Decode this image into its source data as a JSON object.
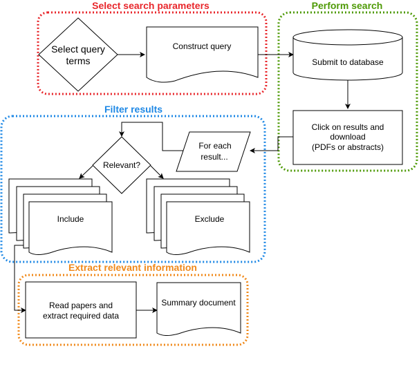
{
  "groups": {
    "select_params": {
      "title": "Select search parameters",
      "color": "#e8262b"
    },
    "perform_search": {
      "title": "Perform search",
      "color": "#4e9a06"
    },
    "filter_results": {
      "title": "Filter results",
      "color": "#1e88e5"
    },
    "extract_info": {
      "title": "Extract relevant information",
      "color": "#f0891a"
    }
  },
  "nodes": {
    "select_terms": {
      "line1": "Select query",
      "line2": "terms"
    },
    "construct_query": {
      "label": "Construct query"
    },
    "submit_db": {
      "label": "Submit to database"
    },
    "click_results": {
      "line1": "Click on results and",
      "line2": "download",
      "line3": "(PDFs or abstracts)"
    },
    "for_each": {
      "line1": "For each",
      "line2": "result..."
    },
    "relevant": {
      "label": "Relevant?"
    },
    "include": {
      "label": "Include"
    },
    "exclude": {
      "label": "Exclude"
    },
    "read_papers": {
      "line1": "Read papers and",
      "line2": "extract required data"
    },
    "summary": {
      "label": "Summary document"
    }
  }
}
